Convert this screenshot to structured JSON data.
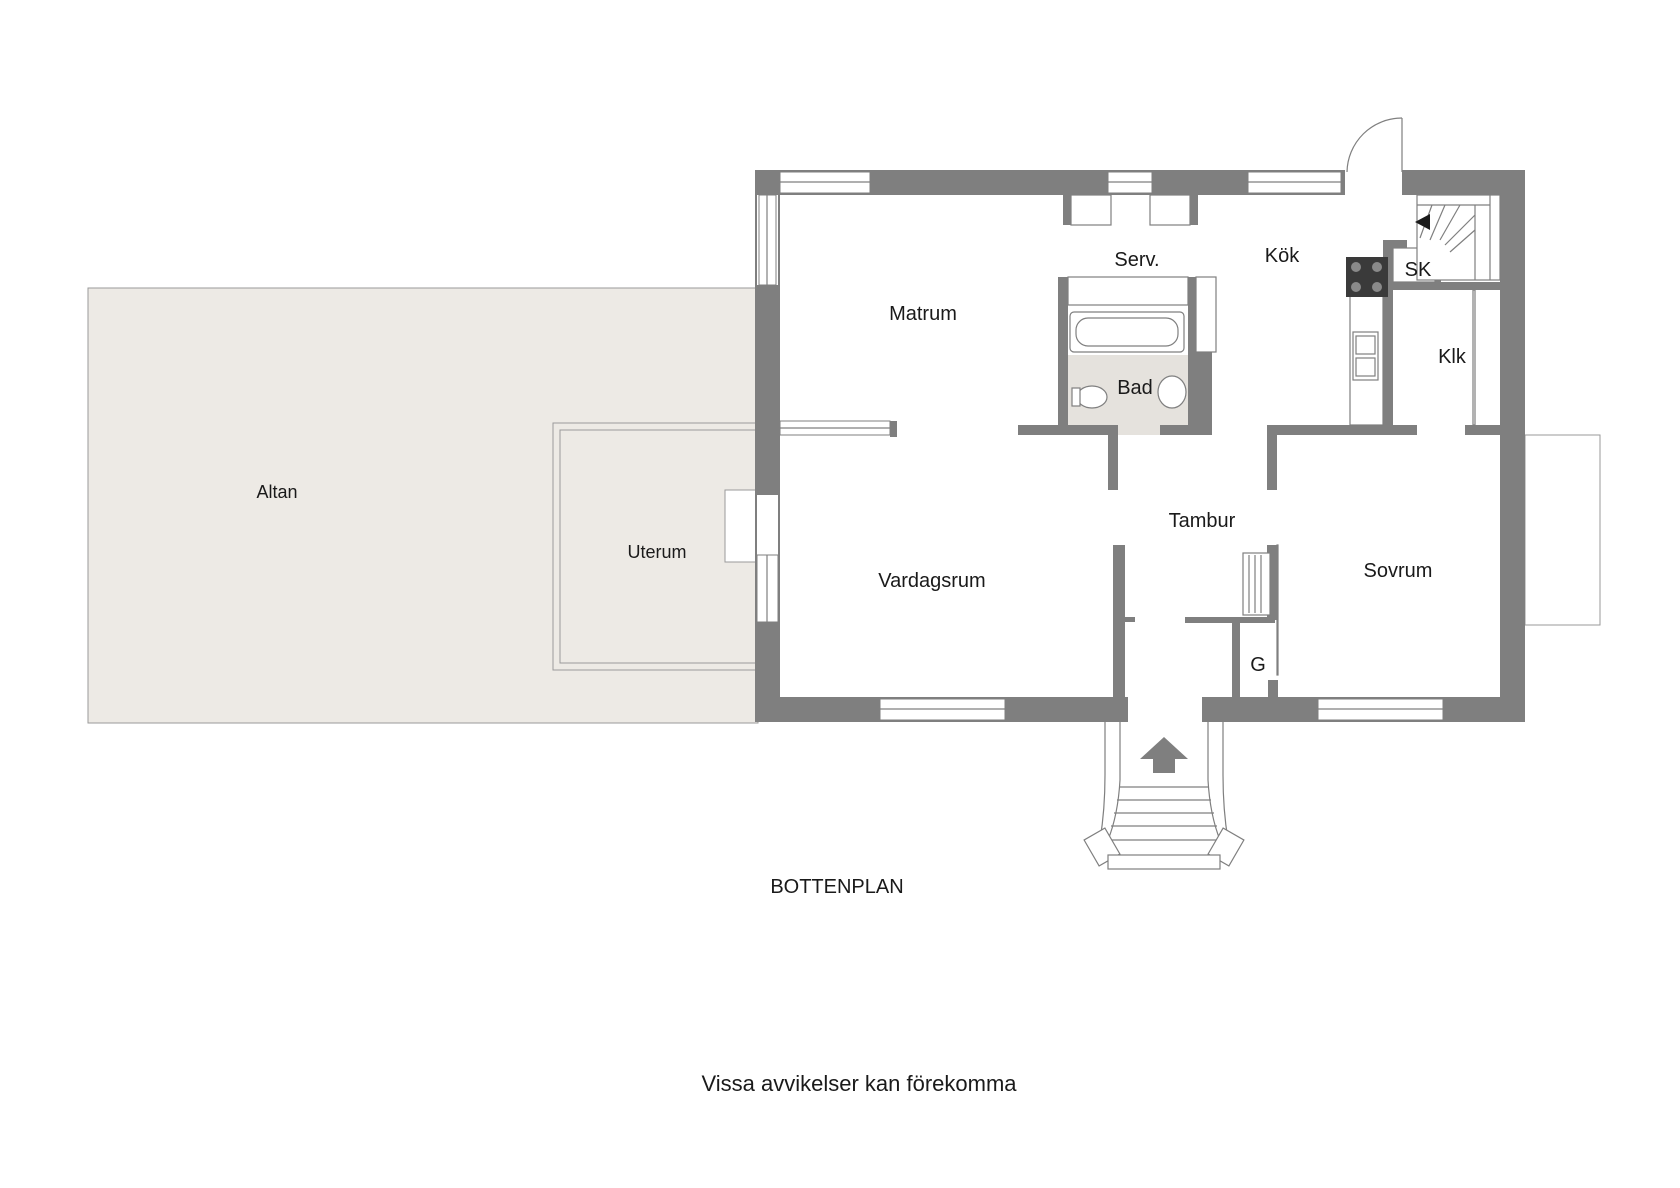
{
  "plan": {
    "title": "BOTTENPLAN",
    "disclaimer": "Vissa avvikelser kan förekomma",
    "rooms": {
      "altan": "Altan",
      "uterum": "Uterum",
      "matrum": "Matrum",
      "serv": "Serv.",
      "kok": "Kök",
      "sk": "SK",
      "klk": "Klk",
      "bad": "Bad",
      "tambur": "Tambur",
      "vardagsrum": "Vardagsrum",
      "sovrum": "Sovrum",
      "g": "G"
    }
  },
  "colors": {
    "wall": "#7f7f7f",
    "deck": "#edeae5",
    "bath_floor": "#e5e2dd",
    "stove": "#3a3a3a"
  }
}
